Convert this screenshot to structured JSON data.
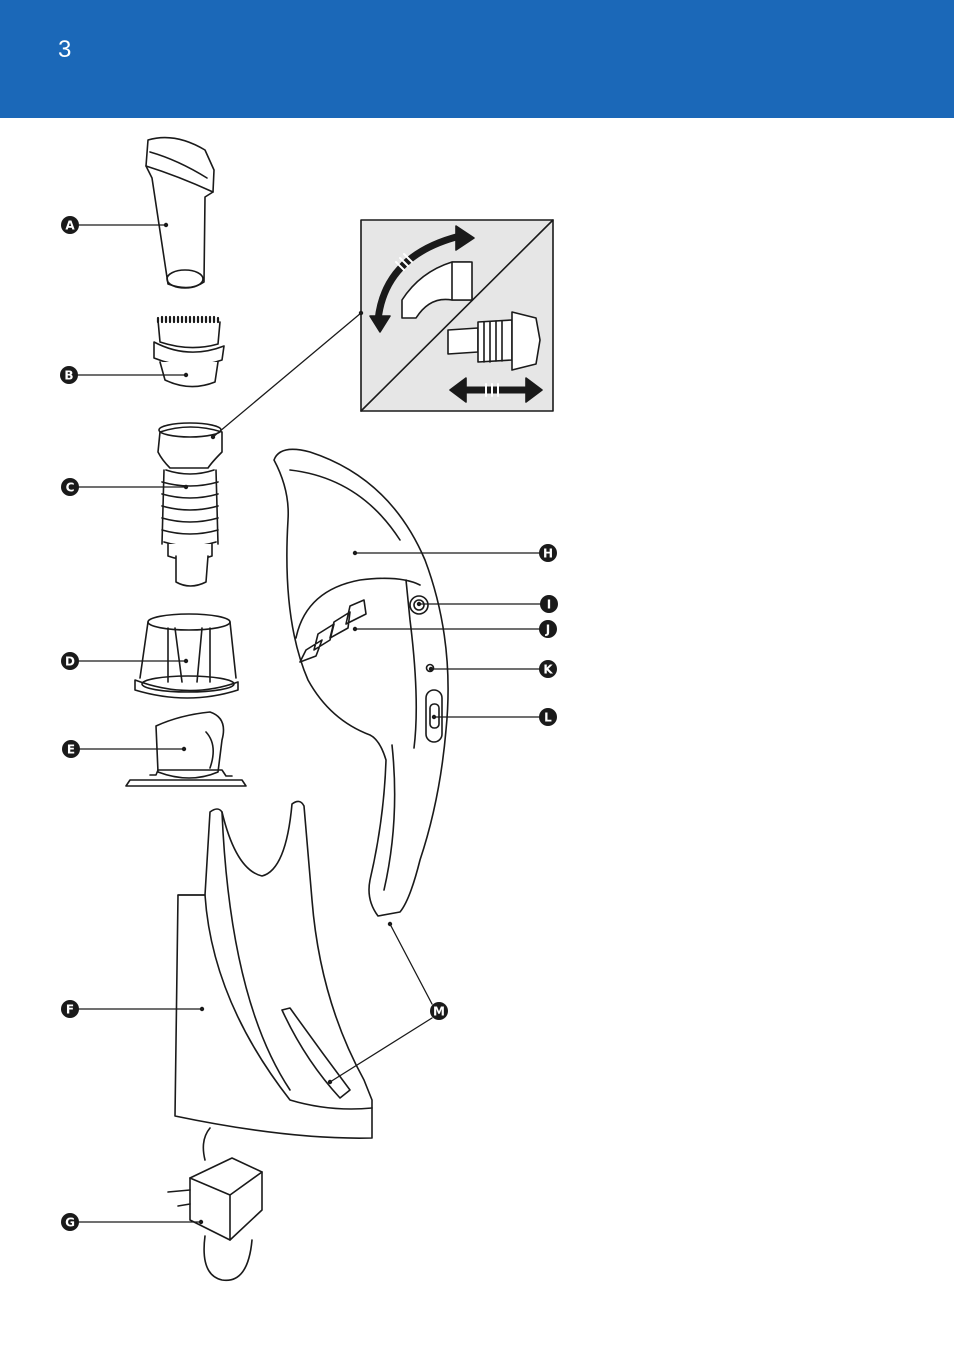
{
  "page": {
    "number": "3",
    "header_color": "#1b68b8"
  },
  "labels": {
    "A": "A",
    "B": "B",
    "C": "C",
    "D": "D",
    "E": "E",
    "F": "F",
    "G": "G",
    "H": "H",
    "I": "I",
    "J": "J",
    "K": "K",
    "L": "L",
    "M": "M"
  }
}
